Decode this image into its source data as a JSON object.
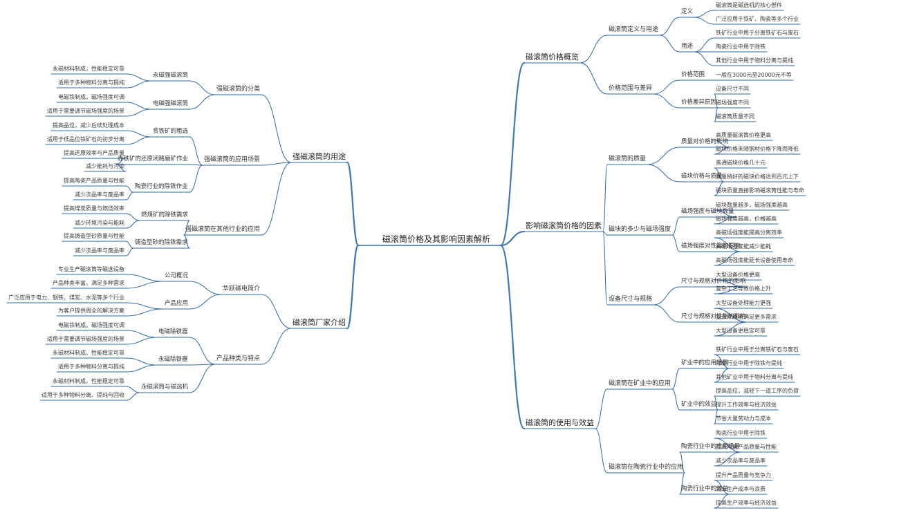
{
  "colors": {
    "branch": "#3f78b5",
    "line": "#2f69a8",
    "text": "#333333"
  },
  "title": "磁滚筒价格及其影响因素解析",
  "branches": [
    {
      "label": "磁滚筒价格概览",
      "children": [
        {
          "label": "磁滚筒定义与用途",
          "children": [
            {
              "label": "定义",
              "children": [
                {
                  "label": "磁滚筒是磁选机的核心部件"
                },
                {
                  "label": "广泛应用于铁矿、陶瓷等多个行业"
                }
              ]
            },
            {
              "label": "用途",
              "children": [
                {
                  "label": "铁矿行业中用于分离铁矿石与废石"
                },
                {
                  "label": "陶瓷行业中用于除铁"
                },
                {
                  "label": "其他行业中用于物料分离与提纯"
                }
              ]
            }
          ]
        },
        {
          "label": "价格范围与差异",
          "children": [
            {
              "label": "价格范围",
              "children": [
                {
                  "label": "一般在3000元至20000元不等"
                }
              ]
            },
            {
              "label": "价格差异原因",
              "children": [
                {
                  "label": "设备尺寸不同"
                },
                {
                  "label": "磁场强度不同"
                },
                {
                  "label": "磁滚筒质量不同"
                }
              ]
            }
          ]
        }
      ]
    },
    {
      "label": "影响磁滚筒价格的因素",
      "children": [
        {
          "label": "磁滚筒的质量",
          "children": [
            {
              "label": "质量对价格的影响",
              "children": [
                {
                  "label": "高质量磁滚筒价格更高"
                },
                {
                  "label": "磁块价格未随钢材价格下降而降低"
                }
              ]
            },
            {
              "label": "磁块价格与质量",
              "children": [
                {
                  "label": "普通磁块价格几十元"
                },
                {
                  "label": "质量稍好的磁块价格达到百元上下"
                },
                {
                  "label": "磁块质量直接影响磁滚筒性能与寿命"
                }
              ]
            }
          ]
        },
        {
          "label": "磁块的多少与磁场强度",
          "children": [
            {
              "label": "磁场强度与磁块数量",
              "children": [
                {
                  "label": "磁块数量越多，磁场强度越高"
                },
                {
                  "label": "磁场强度越高，价格越高"
                }
              ]
            },
            {
              "label": "磁场强度对性能的影响",
              "children": [
                {
                  "label": "高磁场强度能提高分离效率"
                },
                {
                  "label": "高磁场强度能减少能耗"
                },
                {
                  "label": "高磁场强度能延长设备使用寿命"
                }
              ]
            }
          ]
        },
        {
          "label": "设备尺寸与规格",
          "children": [
            {
              "label": "尺寸与规格对价格的影响",
              "children": [
                {
                  "label": "大型设备价格更高"
                },
                {
                  "label": "复杂工艺导致价格上升"
                }
              ]
            },
            {
              "label": "尺寸与规格对性能的影响",
              "children": [
                {
                  "label": "大型设备处理能力更强"
                },
                {
                  "label": "复杂规格能满足更多需求"
                },
                {
                  "label": "大型设备更稳定可靠"
                }
              ]
            }
          ]
        }
      ]
    },
    {
      "label": "磁滚筒的使用与效益",
      "children": [
        {
          "label": "磁滚筒在矿业中的应用",
          "children": [
            {
              "label": "矿业中的应用场景",
              "children": [
                {
                  "label": "铁矿行业中用于分离铁矿石与废石"
                },
                {
                  "label": "煤炭行业中用于除铁与提纯"
                },
                {
                  "label": "其他矿业中用于物料分离与提纯"
                }
              ]
            },
            {
              "label": "矿业中的效益",
              "children": [
                {
                  "label": "提高品位，减轻下一道工序的负荷"
                },
                {
                  "label": "提升工作效率与经济效益"
                },
                {
                  "label": "节省大量劳动力与成本"
                }
              ]
            }
          ]
        },
        {
          "label": "磁滚筒在陶瓷行业中的应用",
          "children": [
            {
              "label": "陶瓷行业中的应用场景",
              "children": [
                {
                  "label": "陶瓷行业中用于除铁"
                },
                {
                  "label": "提高陶瓷产品质量与性能"
                },
                {
                  "label": "减少次品率与废品率"
                }
              ]
            },
            {
              "label": "陶瓷行业中的效益",
              "children": [
                {
                  "label": "提升产品质量与竞争力"
                },
                {
                  "label": "减少生产成本与浪费"
                },
                {
                  "label": "提高生产效率与经济效益"
                }
              ]
            }
          ]
        }
      ]
    },
    {
      "label": "强磁滚筒的用途",
      "children": [
        {
          "label": "强磁滚筒的分类",
          "children": [
            {
              "label": "永磁强磁滚筒",
              "children": [
                {
                  "label": "永磁材料制成，性能稳定可靠"
                },
                {
                  "label": "适用于多种物料分离与提纯"
                }
              ]
            },
            {
              "label": "电磁强磁滚筒",
              "children": [
                {
                  "label": "电磁铁制成，磁场强度可调"
                },
                {
                  "label": "适用于需要调节磁场强度的场景"
                }
              ]
            }
          ]
        },
        {
          "label": "强磁滚筒的应用场景",
          "children": [
            {
              "label": "贫铁矿的粗选",
              "children": [
                {
                  "label": "提高品位，减少后续处理成本"
                },
                {
                  "label": "适用于低品位铁矿石的初步分离"
                }
              ]
            },
            {
              "label": "赤铁矿的还原闭路磨矿作业",
              "children": [
                {
                  "label": "提高还原效率与产品质量"
                },
                {
                  "label": "减少能耗与污染"
                }
              ]
            },
            {
              "label": "陶瓷行业的除铁作业",
              "children": [
                {
                  "label": "提高陶瓷产品质量与性能"
                },
                {
                  "label": "减少次品率与废品率"
                }
              ]
            }
          ]
        },
        {
          "label": "强磁滚筒在其他行业的应用",
          "children": [
            {
              "label": "燃煤矿的除铁需求",
              "children": [
                {
                  "label": "提高煤炭质量与燃烧效率"
                },
                {
                  "label": "减少环境污染与能耗"
                }
              ]
            },
            {
              "label": "铸造型砂的除铁需求",
              "children": [
                {
                  "label": "提高铸造型砂质量与性能"
                },
                {
                  "label": "减少次品率与废品率"
                }
              ]
            }
          ]
        }
      ]
    },
    {
      "label": "磁滚筒厂家介绍",
      "children": [
        {
          "label": "华跃磁电简介",
          "children": [
            {
              "label": "公司概况",
              "children": [
                {
                  "label": "专业生产磁滚筒等磁选设备"
                },
                {
                  "label": "产品种类丰富，满足多种需求"
                }
              ]
            },
            {
              "label": "产品应用",
              "children": [
                {
                  "label": "广泛应用于电力、钢铁、煤炭、水泥等多个行业"
                },
                {
                  "label": "为客户提供周全的解决方案"
                }
              ]
            }
          ]
        },
        {
          "label": "产品种类与特点",
          "children": [
            {
              "label": "电磁除铁器",
              "children": [
                {
                  "label": "电磁铁制成，磁场强度可调"
                },
                {
                  "label": "适用于需要调节磁场强度的场景"
                }
              ]
            },
            {
              "label": "永磁除铁器",
              "children": [
                {
                  "label": "永磁材料制成，性能稳定可靠"
                },
                {
                  "label": "适用于多种物料分离与提纯"
                }
              ]
            },
            {
              "label": "永磁滚筒与磁选机",
              "children": [
                {
                  "label": "永磁材料制成，性能稳定可靠"
                },
                {
                  "label": "适用于多种物料分离、提纯与回收"
                }
              ]
            }
          ]
        }
      ]
    }
  ]
}
